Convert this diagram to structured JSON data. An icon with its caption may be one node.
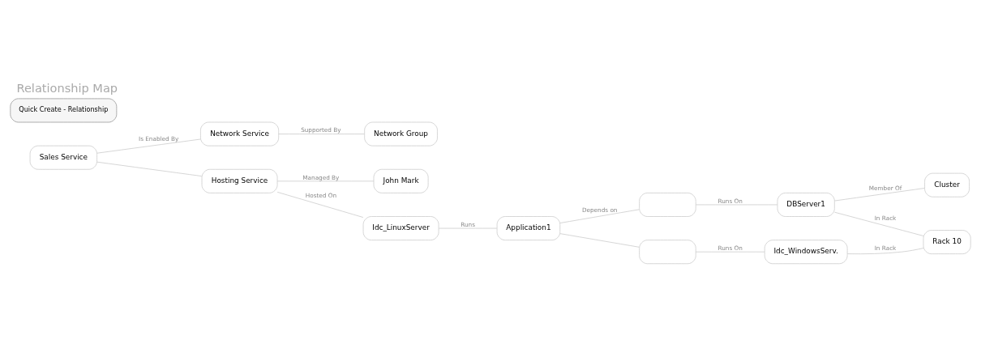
{
  "diagram": {
    "title": "Relationship Map",
    "nodes": [
      {
        "text": [
          "Sales Service"
        ]
      },
      {
        "text": [
          "Network Service"
        ]
      },
      {
        "text": [
          "Hosting Service"
        ]
      },
      {
        "text": [
          "Network Group"
        ]
      },
      {
        "text": [
          "Idc_LinuxServer"
        ]
      },
      {
        "text": [
          "John Mark"
        ]
      },
      {
        "text": [
          "Application1"
        ]
      },
      {
        "text": [],
        "shape": "box"
      },
      {
        "text": [],
        "shape": "box"
      },
      {
        "text": [
          "DBServer1"
        ]
      },
      {
        "text": [
          "Idc_WindowsServ."
        ]
      },
      {
        "text": [
          "Rack 10"
        ]
      },
      {
        "text": [
          "Cluster"
        ]
      }
    ],
    "edges": [
      {
        "from": 0,
        "to": 1,
        "arrow": "none",
        "label": "Is Enabled By"
      },
      {
        "from": 0,
        "to": 2,
        "arrow": "none"
      },
      {
        "from": 1,
        "to": 3,
        "arrow": "none",
        "label": "Supported By"
      },
      {
        "from": 2,
        "to": 4,
        "arrow": "none",
        "label": "Hosted On"
      },
      {
        "from": 2,
        "to": 5,
        "arrow": "none",
        "label": "Managed By"
      },
      {
        "from": 4,
        "to": 6,
        "arrow": "none",
        "label": "Runs"
      },
      {
        "from": 6,
        "to": 7,
        "arrow": "none",
        "label": "Depends on"
      },
      {
        "from": 6,
        "to": 8,
        "arrow": "none"
      },
      {
        "from": 7,
        "to": 9,
        "arrow": "none",
        "label": "Runs On"
      },
      {
        "from": 8,
        "to": 10,
        "arrow": "none",
        "label": "Runs On"
      },
      {
        "from": 9,
        "to": 11,
        "arrow": "none",
        "label": "In Rack"
      },
      {
        "from": 9,
        "to": 12,
        "arrow": "none",
        "label": "Member Of"
      },
      {
        "from": 10,
        "to": 11,
        "arrow": "none",
        "label": "In Rack"
      }
    ],
    "labels": [
      "Quick Create - Relationship"
    ]
  }
}
